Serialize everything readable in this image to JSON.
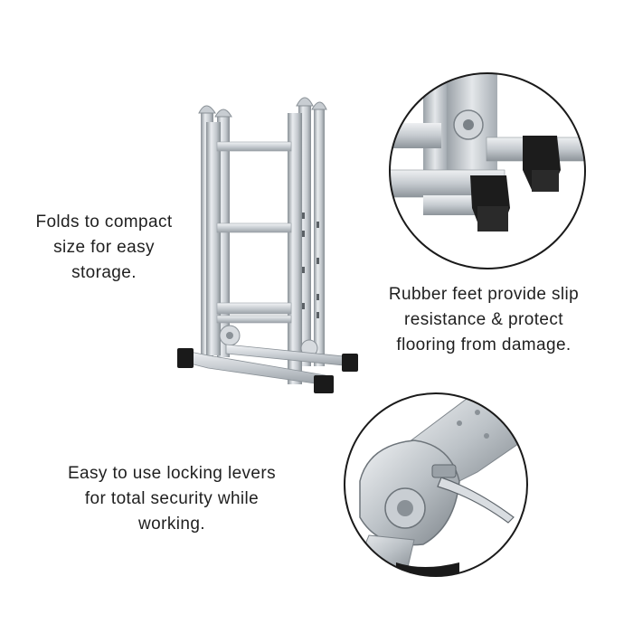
{
  "captions": {
    "fold": "Folds to compact\nsize for easy\nstorage.",
    "feet": "Rubber feet provide slip\nresistance & protect\nflooring from damage.",
    "lock": "Easy to use locking levers\nfor total security while\nworking."
  },
  "colors": {
    "background": "#ffffff",
    "text": "#1f1f1f",
    "aluminum_light": "#e4e7ea",
    "aluminum_mid": "#b9bfc4",
    "aluminum_dark": "#8a9197",
    "rubber": "#1a1a1a"
  },
  "icons": [
    "folded-ladder-image",
    "rubber-feet-closeup-image",
    "locking-lever-closeup-image"
  ]
}
